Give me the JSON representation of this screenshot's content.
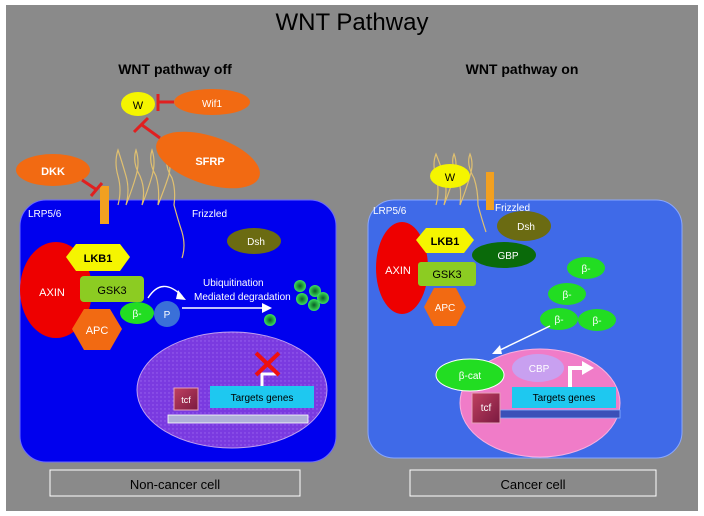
{
  "title": "WNT Pathway",
  "off_panel": {
    "heading": "WNT pathway off",
    "caption": "Non-cancer cell",
    "wnt": "W",
    "wif1": "Wif1",
    "sfrp": "SFRP",
    "dkk": "DKK",
    "lrp": "LRP5/6",
    "frizzled": "Frizzled",
    "dsh": "Dsh",
    "lkb1": "LKB1",
    "axin": "AXIN",
    "gsk3": "GSK3",
    "apc": "APC",
    "beta": "β-",
    "p": "P",
    "ubiquitination": "Ubiquitination",
    "degradation": "Mediated degradation",
    "tcf": "tcf",
    "targets": "Targets genes"
  },
  "on_panel": {
    "heading": "WNT pathway on",
    "caption": "Cancer cell",
    "wnt": "W",
    "lrp": "LRP5/6",
    "frizzled": "Frizzled",
    "dsh": "Dsh",
    "gbp": "GBP",
    "lkb1": "LKB1",
    "axin": "AXIN",
    "gsk3": "GSK3",
    "apc": "APC",
    "beta": [
      "β-",
      "β-",
      "β-",
      "β-"
    ],
    "beta_cat": "β-cat",
    "cbp": "CBP",
    "tcf": "tcf",
    "targets": "Targets genes"
  },
  "colors": {
    "background": "#8a8a8a",
    "cell_off": "#0000ee",
    "cell_on": "#3f6ae8",
    "orange": "#f26a12",
    "yellow": "#f5f500",
    "green": "#22dd22",
    "red": "#ee0000",
    "olive": "#6b6b12"
  }
}
